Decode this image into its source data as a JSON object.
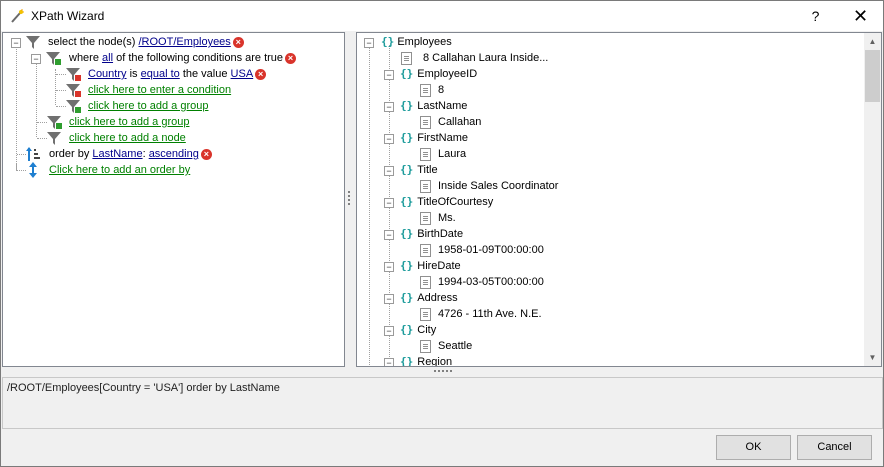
{
  "window": {
    "title": "XPath Wizard",
    "help_label": "?",
    "close_label": "✕"
  },
  "query": {
    "select_prefix": "select the node(s)",
    "select_path": "/ROOT/Employees",
    "where_prefix": "where",
    "where_all": "all",
    "where_suffix": "of the following conditions are true",
    "cond_field": "Country",
    "cond_is": "is",
    "cond_op": "equal to",
    "cond_value_prefix": "the value",
    "cond_value": "USA",
    "add_condition": "click here to enter a condition",
    "add_group_inner": "click here to add a group",
    "add_group_outer": "click here to add a group",
    "add_node": "click here to add a node",
    "order_prefix": "order by",
    "order_field": "LastName",
    "order_sep": ":",
    "order_dir": "ascending",
    "add_order": "Click here to add an order by"
  },
  "xml_tree": {
    "root_label": "Employees",
    "root_text": "8  Callahan  Laura  Inside...",
    "nodes": [
      {
        "name": "EmployeeID",
        "value": "8"
      },
      {
        "name": "LastName",
        "value": "Callahan"
      },
      {
        "name": "FirstName",
        "value": "Laura"
      },
      {
        "name": "Title",
        "value": "Inside Sales Coordinator"
      },
      {
        "name": "TitleOfCourtesy",
        "value": "Ms."
      },
      {
        "name": "BirthDate",
        "value": "1958-01-09T00:00:00"
      },
      {
        "name": "HireDate",
        "value": "1994-03-05T00:00:00"
      },
      {
        "name": "Address",
        "value": "4726 - 11th Ave. N.E."
      },
      {
        "name": "City",
        "value": "Seattle"
      },
      {
        "name": "Region",
        "value": ""
      }
    ]
  },
  "xpath_result": "/ROOT/Employees[Country = 'USA'] order by LastName",
  "buttons": {
    "ok": "OK",
    "cancel": "Cancel"
  },
  "colors": {
    "link": "#00008b",
    "add_link": "#008000",
    "delete": "#d9342b",
    "element_brace": "#1a9a9a"
  }
}
